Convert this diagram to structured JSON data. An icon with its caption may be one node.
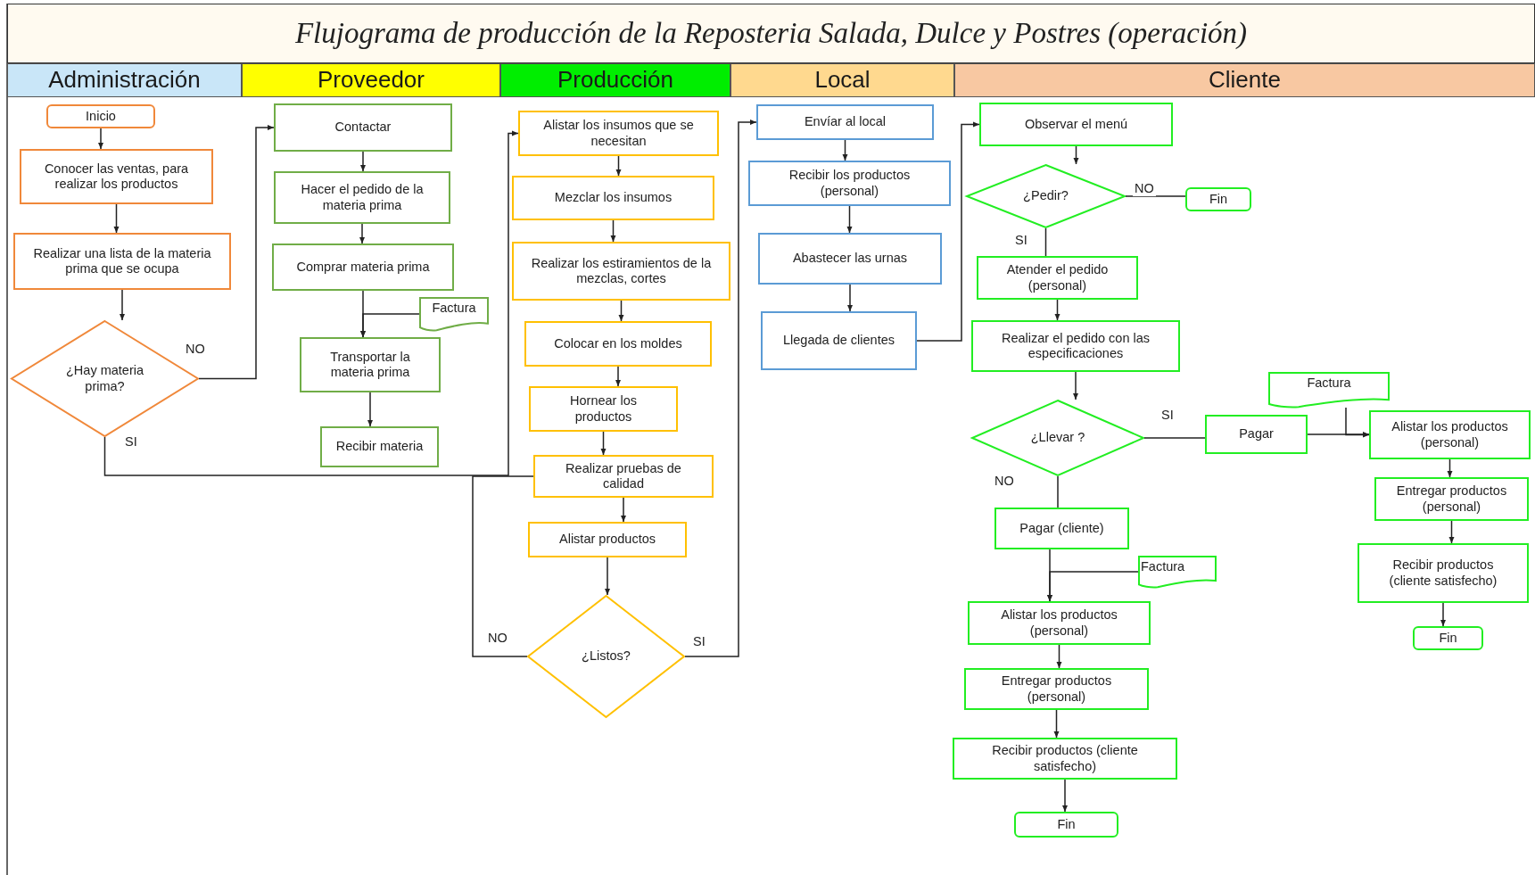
{
  "diagram": {
    "title": "Flujograma de producción de la Reposteria Salada, Dulce y Postres  (operación)",
    "nodes": [
      {
        "text": [
          "Administración"
        ]
      },
      {
        "text": [
          "Proveedor"
        ]
      },
      {
        "text": [
          "Producción"
        ]
      },
      {
        "text": [
          "Local"
        ]
      },
      {
        "text": [
          "Cliente"
        ]
      },
      {
        "text": [
          "Inicio"
        ]
      },
      {
        "text": [
          "Conocer las ventas, para realizar los productos"
        ]
      },
      {
        "text": [
          "Realizar una lista de la materia prima que se ocupa"
        ]
      },
      {
        "text": [
          "¿Hay materia prima?"
        ]
      },
      {
        "text": [
          "Contactar"
        ]
      },
      {
        "text": [
          "Hacer el pedido de la materia prima"
        ]
      },
      {
        "text": [
          "Comprar materia prima"
        ]
      },
      {
        "text": [
          "Factura"
        ]
      },
      {
        "text": [
          "Transportar la materia prima"
        ]
      },
      {
        "text": [
          "Recibir materia"
        ]
      },
      {
        "text": [
          "Alistar los insumos que se necesitan"
        ]
      },
      {
        "text": [
          "Mezclar los insumos"
        ]
      },
      {
        "text": [
          "Realizar los estiramientos de la mezclas, cortes"
        ]
      },
      {
        "text": [
          "Colocar en los moldes"
        ]
      },
      {
        "text": [
          "Hornear los productos"
        ]
      },
      {
        "text": [
          "Realizar pruebas de calidad"
        ]
      },
      {
        "text": [
          "Alistar productos"
        ]
      },
      {
        "text": [
          "¿Listos?"
        ]
      },
      {
        "text": [
          "Envíar al local"
        ]
      },
      {
        "text": [
          "Recibir los productos (personal)"
        ]
      },
      {
        "text": [
          "Abastecer las urnas"
        ]
      },
      {
        "text": [
          "Llegada de clientes"
        ]
      },
      {
        "text": [
          "Observar el menú"
        ]
      },
      {
        "text": [
          "¿Pedir?"
        ]
      },
      {
        "text": [
          "Fin"
        ]
      },
      {
        "text": [
          "Atender el pedido (personal)"
        ]
      },
      {
        "text": [
          "Realizar el pedido con las especificaciones"
        ]
      },
      {
        "text": [
          "¿Llevar ?"
        ]
      },
      {
        "text": [
          "Pagar"
        ]
      },
      {
        "text": [
          "Factura"
        ]
      },
      {
        "text": [
          "Alistar los  productos (personal)"
        ]
      },
      {
        "text": [
          "Entregar productos (personal)"
        ]
      },
      {
        "text": [
          "Recibir productos (cliente satisfecho)"
        ]
      },
      {
        "text": [
          "Fin"
        ]
      },
      {
        "text": [
          "Pagar (cliente)"
        ]
      },
      {
        "text": [
          "Factura"
        ]
      },
      {
        "text": [
          "Alistar los  productos (personal)"
        ]
      },
      {
        "text": [
          "Entregar productos (personal)"
        ]
      },
      {
        "text": [
          "Recibir productos (cliente satisfecho)"
        ]
      },
      {
        "text": [
          "Fin"
        ]
      }
    ],
    "edges": [
      {
        "from": 5,
        "to": 6,
        "arrow": "to"
      },
      {
        "from": 6,
        "to": 7,
        "arrow": "to"
      },
      {
        "from": 7,
        "to": 8,
        "arrow": "to"
      },
      {
        "from": 8,
        "to": 9,
        "arrow": "to",
        "label": "NO"
      },
      {
        "from": 8,
        "to": 15,
        "arrow": "to",
        "label": "SI"
      },
      {
        "from": 9,
        "to": 10,
        "arrow": "to"
      },
      {
        "from": 10,
        "to": 11,
        "arrow": "to"
      },
      {
        "from": 11,
        "to": 13,
        "arrow": "to"
      },
      {
        "from": 12,
        "to": 13,
        "arrow": "to"
      },
      {
        "from": 13,
        "to": 14,
        "arrow": "to"
      },
      {
        "from": 15,
        "to": 16,
        "arrow": "to"
      },
      {
        "from": 16,
        "to": 17,
        "arrow": "to"
      },
      {
        "from": 17,
        "to": 18,
        "arrow": "to"
      },
      {
        "from": 18,
        "to": 19,
        "arrow": "to"
      },
      {
        "from": 19,
        "to": 20,
        "arrow": "to"
      },
      {
        "from": 20,
        "to": 21,
        "arrow": "to"
      },
      {
        "from": 21,
        "to": 22,
        "arrow": "to"
      },
      {
        "from": 22,
        "to": 20,
        "arrow": "none",
        "label": "NO"
      },
      {
        "from": 22,
        "to": 23,
        "arrow": "to",
        "label": "SI"
      },
      {
        "from": 23,
        "to": 24,
        "arrow": "to"
      },
      {
        "from": 24,
        "to": 25,
        "arrow": "to"
      },
      {
        "from": 25,
        "to": 26,
        "arrow": "to"
      },
      {
        "from": 26,
        "to": 27,
        "arrow": "to"
      },
      {
        "from": 27,
        "to": 28,
        "arrow": "to"
      },
      {
        "from": 28,
        "to": 29,
        "arrow": "none",
        "label": "NO"
      },
      {
        "from": 28,
        "to": 30,
        "arrow": "none",
        "label": "SI"
      },
      {
        "from": 30,
        "to": 31,
        "arrow": "to"
      },
      {
        "from": 31,
        "to": 32,
        "arrow": "to"
      },
      {
        "from": 32,
        "to": 33,
        "arrow": "none",
        "label": "SI"
      },
      {
        "from": 33,
        "to": 35,
        "arrow": "to"
      },
      {
        "from": 34,
        "to": 35,
        "arrow": "to"
      },
      {
        "from": 35,
        "to": 36,
        "arrow": "to"
      },
      {
        "from": 36,
        "to": 37,
        "arrow": "to"
      },
      {
        "from": 37,
        "to": 38,
        "arrow": "to"
      },
      {
        "from": 32,
        "to": 39,
        "arrow": "none",
        "label": "NO"
      },
      {
        "from": 39,
        "to": 41,
        "arrow": "to"
      },
      {
        "from": 40,
        "to": 41,
        "arrow": "to"
      },
      {
        "from": 41,
        "to": 42,
        "arrow": "to"
      },
      {
        "from": 42,
        "to": 43,
        "arrow": "to"
      },
      {
        "from": 43,
        "to": 44,
        "arrow": "to"
      }
    ]
  }
}
